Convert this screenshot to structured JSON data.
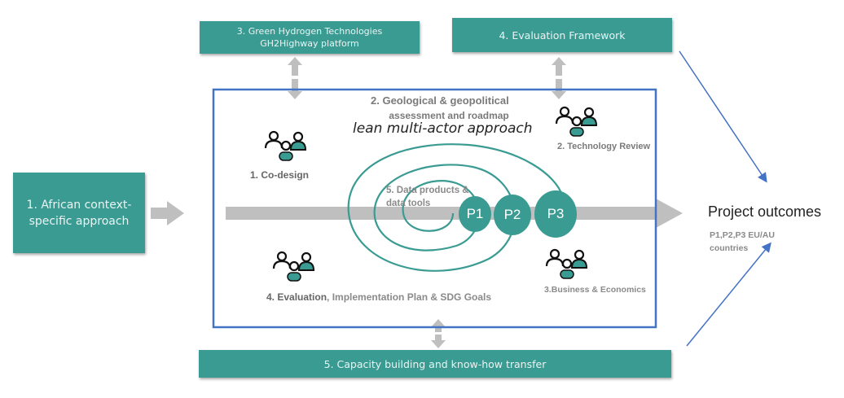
{
  "boxes": {
    "african": "1. African context-specific approach",
    "green_line1": "3. Green Hydrogen Technologies",
    "green_line2": "GH2Highway platform",
    "evaluation_framework": "4. Evaluation Framework",
    "capacity": "5. Capacity building and know-how transfer"
  },
  "inner": {
    "geo_line1": "2.  Geological & geopolitical",
    "geo_line2": "assessment and roadmap",
    "lean": "lean multi-actor approach",
    "codesign": "1. Co-design",
    "tech_review": "2. Technology Review",
    "data_products_line1": "5. Data products &",
    "data_products_line2": "data tools",
    "evaluation_bold": "4. Evaluation",
    "evaluation_rest": ", Implementation Plan & SDG Goals",
    "business": "3.Business & Economics"
  },
  "phases": [
    "P1",
    "P2",
    "P3"
  ],
  "outcomes": {
    "title": "Project outcomes",
    "sub_line1": "P1,P2,P3 EU/AU",
    "sub_line2": "countries"
  },
  "colors": {
    "teal": "#3a9b92",
    "frame_blue": "#4472c4",
    "arrow_gray": "#bfbfbf"
  }
}
